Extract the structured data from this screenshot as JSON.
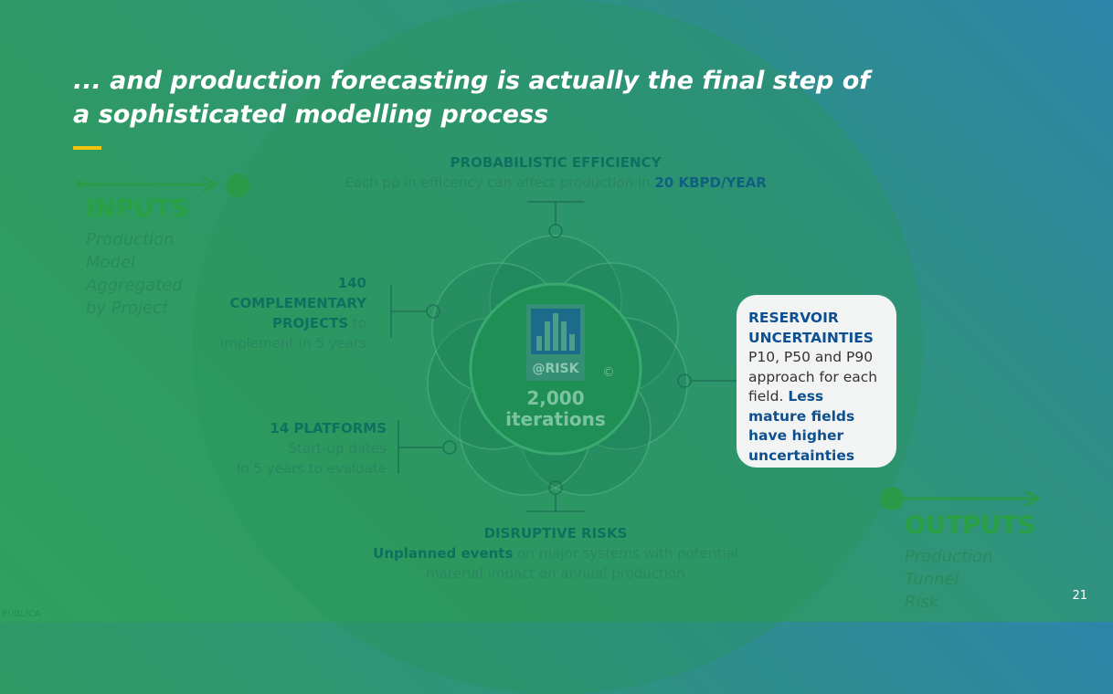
{
  "title_line1": "... and production forecasting is actually the final step of",
  "title_line2": "a sophisticated modelling process",
  "inputs": {
    "heading": "INPUTS",
    "lines": [
      "Production",
      "Model",
      "Aggregated",
      "by Project"
    ]
  },
  "outputs": {
    "heading": "OUTPUTS",
    "lines": [
      "Production",
      "Tunnel",
      "Risk"
    ]
  },
  "efficiency": {
    "heading": "PROBABILISTIC EFFICIENCY",
    "text": "Each pp in efficency can  affect production in ",
    "highlight": "20 KBPD/YEAR"
  },
  "projects": {
    "line1": "140",
    "line2": "COMPLEMENTARY",
    "line3": "PROJECTS",
    "line3b": " to",
    "line4": "implement in 5 years"
  },
  "platforms": {
    "heading": "14 PLATFORMS",
    "line1": "Start-up dates",
    "line2": "In 5 years to evaluate"
  },
  "risks": {
    "heading": "DISRUPTIVE RISKS",
    "bold": "Unplanned events",
    "text": " on major systems with potential",
    "line2": "material impact on annual production"
  },
  "center": {
    "logo": "@RISK",
    "copyright": "©",
    "count": "2,000",
    "label": "iterations"
  },
  "reservoir": {
    "heading1": "RESERVOIR",
    "heading2": "UNCERTAINTIES",
    "text": "P10, P50 and P90 approach for each field. ",
    "bold": "Less mature fields have higher uncertainties"
  },
  "page_number": "21",
  "classification": "PÚBLICA"
}
